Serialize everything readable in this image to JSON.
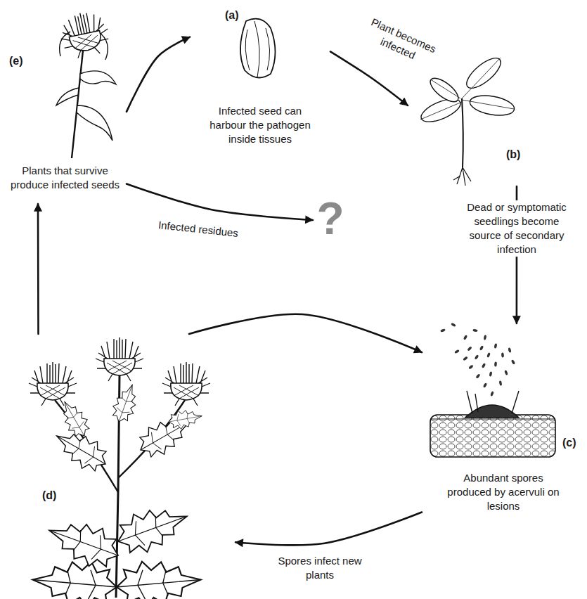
{
  "diagram": {
    "nodes": [
      {
        "text": [
          "(e)",
          "Plants that survive produce infected seeds"
        ]
      },
      {
        "text": [
          "(a)",
          "Infected seed can harbour the pathogen inside tissues"
        ]
      },
      {
        "text": [
          "(b)"
        ]
      },
      {
        "text": [
          "(c)",
          "Abundant spores produced by acervuli on lesions"
        ]
      },
      {
        "text": [
          "(d)"
        ]
      },
      {
        "text": [
          "?"
        ]
      }
    ],
    "edges": [
      {
        "from": 0,
        "to": 1,
        "arrow": "to"
      },
      {
        "from": 1,
        "to": 2,
        "arrow": "to",
        "label": "Plant becomes infected"
      },
      {
        "from": 2,
        "to": 3,
        "arrow": "to",
        "label": "Dead or symptomatic seedlings become source of secondary infection"
      },
      {
        "from": 3,
        "to": 4,
        "arrow": "to",
        "label": "Spores infect new plants"
      },
      {
        "from": 4,
        "to": 3,
        "arrow": "to"
      },
      {
        "from": 4,
        "to": 0,
        "arrow": "to"
      },
      {
        "from": 0,
        "to": 5,
        "arrow": "to",
        "label": "Infected residues"
      }
    ]
  }
}
